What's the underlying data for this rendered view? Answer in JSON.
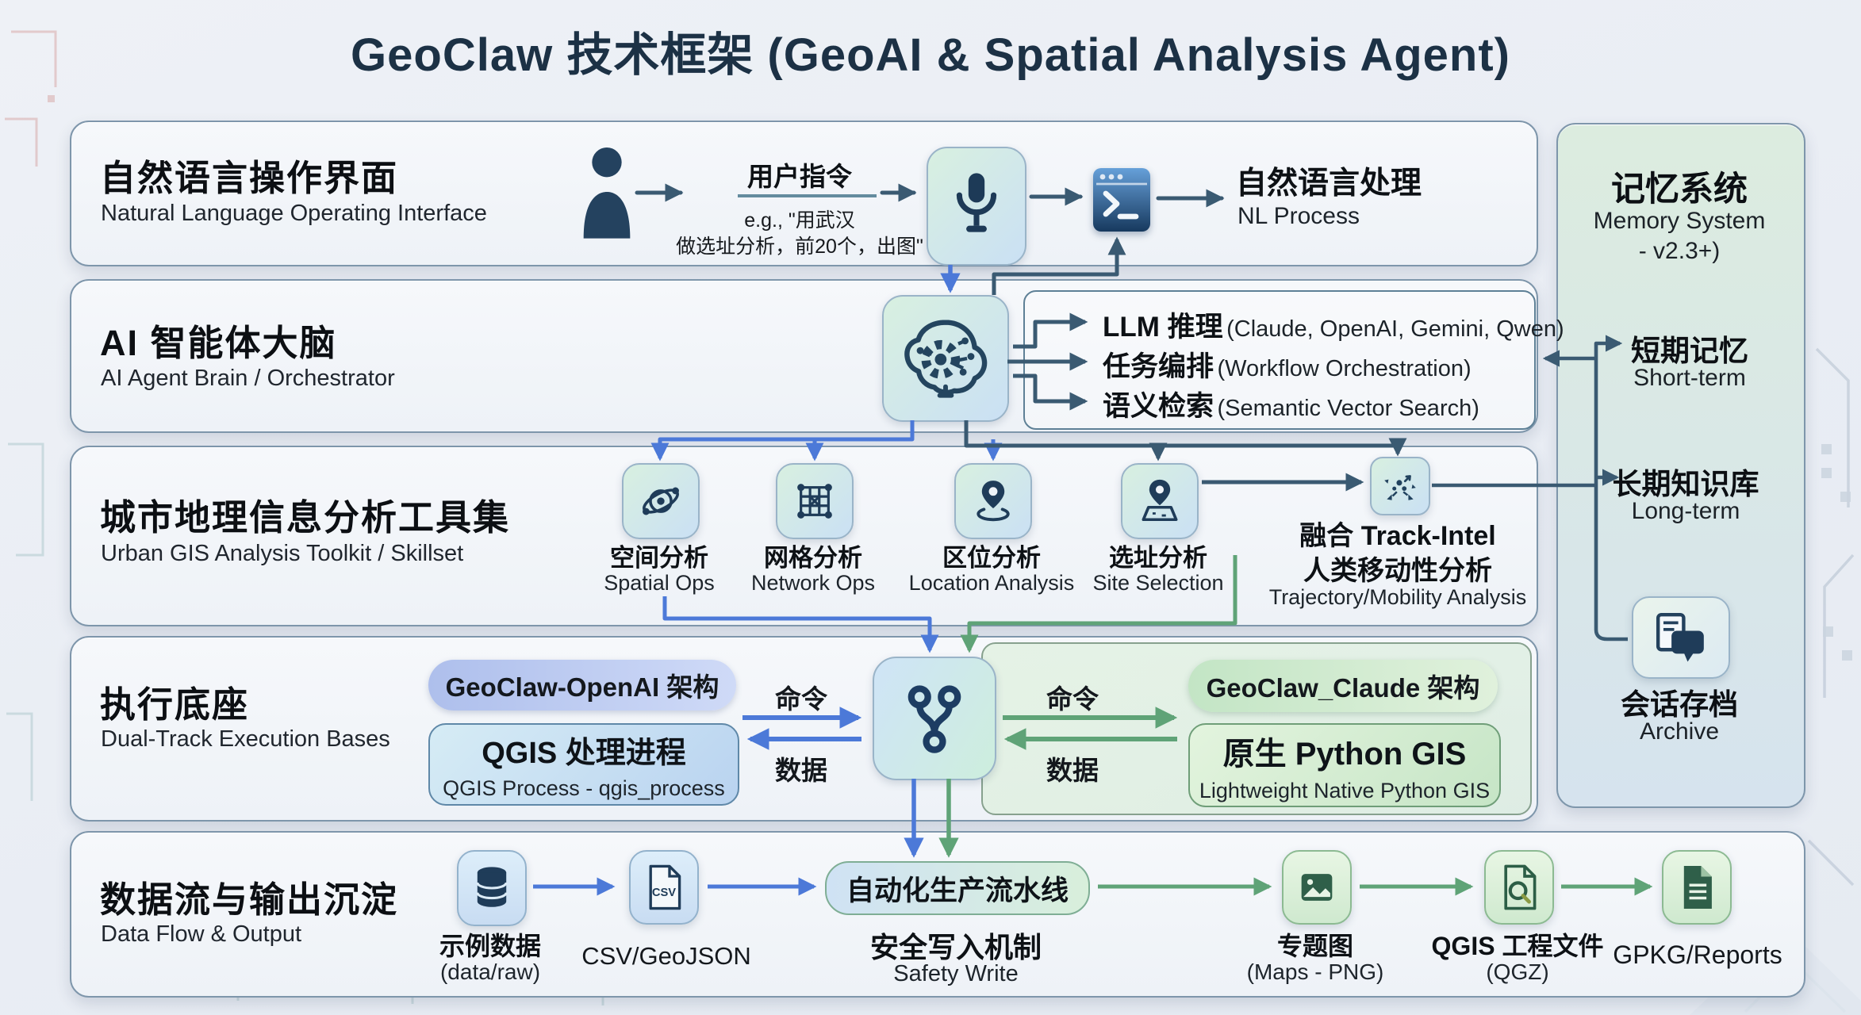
{
  "title": "GeoClaw 技术框架 (GeoAI & Spatial Analysis Agent)",
  "row1": {
    "zh": "自然语言操作界面",
    "en": "Natural Language Operating Interface",
    "user_cmd": "用户指令",
    "example_line1": "e.g., \"用武汉",
    "example_line2": "做选址分析，前20个，出图\"",
    "nlp_zh": "自然语言处理",
    "nlp_en": "NL Process"
  },
  "memory": {
    "zh": "记忆系统",
    "en": "Memory System",
    "version": "- v2.3+)",
    "short_zh": "短期记忆",
    "short_en": "Short-term",
    "long_zh": "长期知识库",
    "long_en": "Long-term",
    "archive_zh": "会话存档",
    "archive_en": "Archive"
  },
  "row2": {
    "zh": "AI 智能体大脑",
    "en": "AI Agent Brain / Orchestrator",
    "items": [
      {
        "zh": "LLM 推理",
        "en": "(Claude, OpenAI, Gemini, Qwen)"
      },
      {
        "zh": "任务编排",
        "en": "(Workflow Orchestration)"
      },
      {
        "zh": "语义检索",
        "en": "(Semantic Vector Search)"
      }
    ]
  },
  "row3": {
    "zh": "城市地理信息分析工具集",
    "en": "Urban GIS Analysis Toolkit / Skillset",
    "tools": [
      {
        "zh": "空间分析",
        "en": "Spatial Ops"
      },
      {
        "zh": "网格分析",
        "en": "Network Ops"
      },
      {
        "zh": "区位分析",
        "en": "Location Analysis"
      },
      {
        "zh": "选址分析",
        "en": "Site Selection"
      }
    ],
    "fusion": {
      "line1": "融合 Track-Intel",
      "line2": "人类移动性分析",
      "en": "Trajectory/Mobility Analysis"
    }
  },
  "row4": {
    "zh": "执行底座",
    "en": "Dual-Track Execution Bases",
    "openai_pill": "GeoClaw-OpenAI 架构",
    "qgis_zh": "QGIS 处理进程",
    "qgis_en": "QGIS Process - qgis_process",
    "cmd": "命令",
    "data": "数据",
    "claude_pill": "GeoClaw_Claude 架构",
    "python_zh": "原生 Python GIS",
    "python_en": "Lightweight Native Python GIS"
  },
  "row5": {
    "zh": "数据流与输出沉淀",
    "en": "Data Flow & Output",
    "sample_zh": "示例数据",
    "sample_en": "(data/raw)",
    "csv_label": "CSV/GeoJSON",
    "pipeline": "自动化生产流水线",
    "safety_zh": "安全写入机制",
    "safety_en": "Safety Write",
    "maps_zh": "专题图",
    "maps_en": "(Maps - PNG)",
    "qgz_zh": "QGIS 工程文件",
    "qgz_en": "(QGZ)",
    "gpkg": "GPKG/Reports"
  },
  "colors": {
    "blue": "#4c79d8",
    "green": "#5fa377",
    "slate": "#3a5a72"
  }
}
